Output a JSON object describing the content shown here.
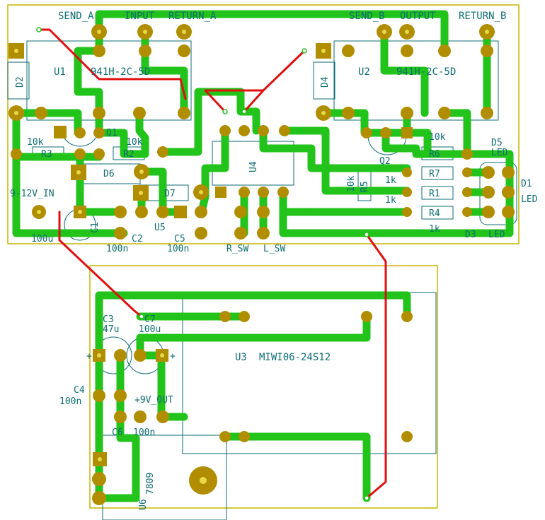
{
  "colors": {
    "background": "#ffffff",
    "board_outline": "#c8b400",
    "trace_top": "#22c31a",
    "trace_bottom": "#e01010",
    "pad": "#b08e00",
    "pad_hole": "#e8d84a",
    "silkscreen": "#0d6e73"
  },
  "labels": {
    "send_a": "SEND_A",
    "input": "INPUT",
    "return_a": "RETURN_A",
    "send_b": "SEND_B",
    "output": "OUTPUT",
    "return_b": "RETURN_B",
    "u1": "U1",
    "u1_part": "941H-2C-5D",
    "u2": "U2",
    "u2_part": "941H-2C-5D",
    "d2": "D2",
    "d4": "D4",
    "q1": "Q1",
    "q2": "Q2",
    "r3_val": "10k",
    "r3": "R3",
    "r2_val": "10k",
    "r2": "R2",
    "r6_val": "10k",
    "r6": "R6",
    "d6": "D6",
    "d7": "D7",
    "u4": "U4",
    "u5": "U5",
    "d5": "D5",
    "d5_led": "LED",
    "d1": "D1",
    "d1_led": "LED",
    "d3": "D3",
    "d3_led": "LED",
    "r7": "R7",
    "r7_val": "1k",
    "r1": "R1",
    "r1_val": "1k",
    "r4": "R4",
    "r4_val": "1k",
    "r5": "R5",
    "r5_val": "10k",
    "power_in": "9-12V_IN",
    "c1": "C1",
    "c1_val": "100u",
    "c2": "C2",
    "c2_val": "100n",
    "c5": "C5",
    "c5_val": "100n",
    "r_sw": "R_SW",
    "l_sw": "L_SW",
    "c3": "C3",
    "c3_val": "47u",
    "c7": "C7",
    "c7_val": "100u",
    "u3": "U3",
    "u3_part": "MIWI06-24S12",
    "c4": "C4",
    "c4_val": "100n",
    "power_out": "+9V_OUT",
    "c6": "C6",
    "c6_val": "100n",
    "u6": "U6",
    "u6_part": "7809",
    "plus_left": "+",
    "plus_right": "+"
  }
}
